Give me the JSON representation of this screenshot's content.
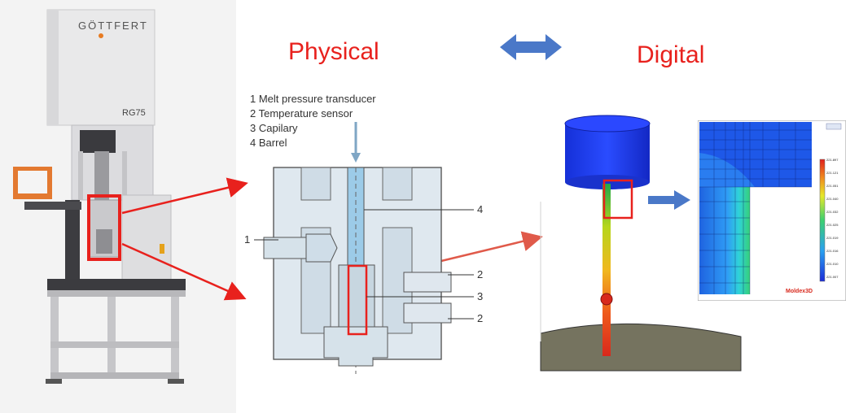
{
  "machine": {
    "brand": "GÖTTFERT",
    "model": "RG75"
  },
  "headers": {
    "physical": "Physical",
    "digital": "Digital"
  },
  "legend": [
    "1 Melt pressure transducer",
    "2 Temperature sensor",
    "3 Capilary",
    "4 Barrel"
  ],
  "callouts": {
    "barrel": "4",
    "transducer": "1",
    "sensor_top": "2",
    "capillary": "3",
    "sensor_bottom": "2"
  },
  "simulation": {
    "logo": "Moldex3D",
    "scale_values": [
      "221.897",
      "221.121",
      "221.051",
      "221.040",
      "221.032",
      "221.025",
      "221.019",
      "221.016",
      "221.010",
      "221.007"
    ]
  },
  "colors": {
    "accent_red": "#e8211d",
    "arrow_blue": "#4a78c8",
    "barrel_blue": "#1f3ff0",
    "capillary_blue": "#9ccbe8"
  }
}
